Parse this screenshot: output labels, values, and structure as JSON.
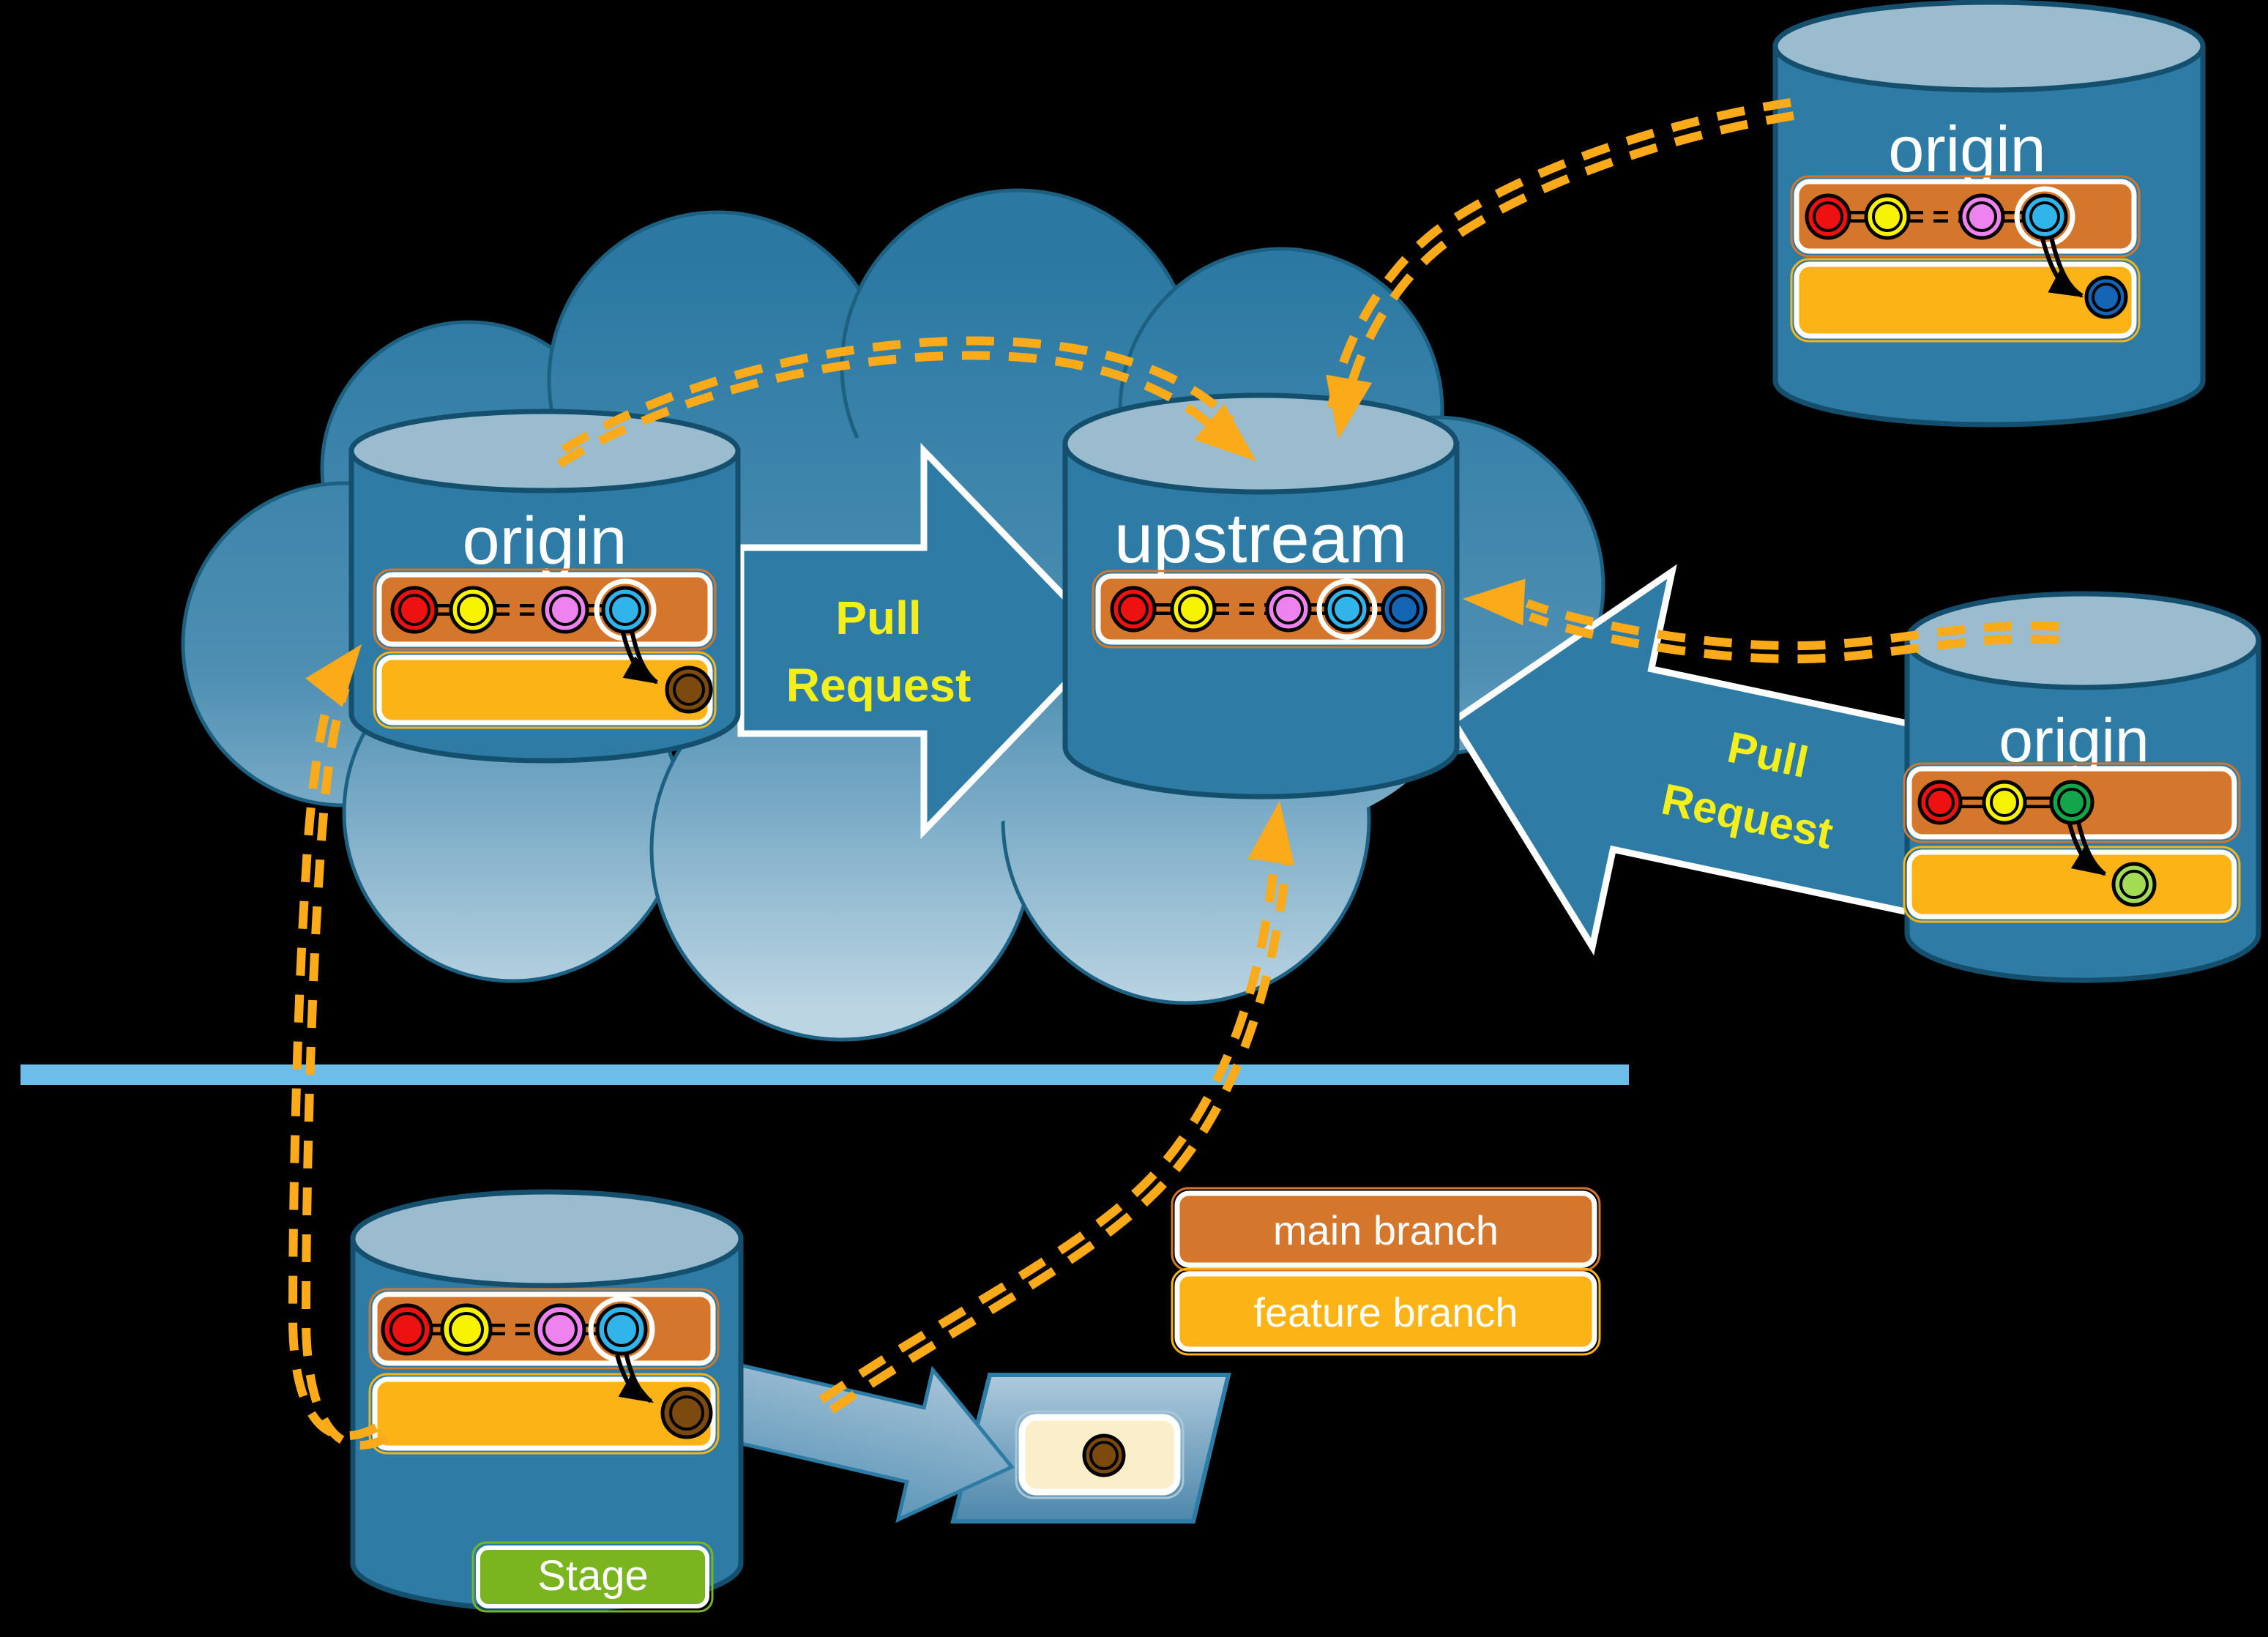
{
  "labels": {
    "fork_top": "origin",
    "origin_cloud": "origin",
    "upstream": "upstream",
    "fork_right": "origin"
  },
  "stage": {
    "label": "Stage",
    "color": "#7AB41F"
  },
  "pull_request": {
    "line1": "Pull",
    "line2": "Request",
    "text_color": "#F2EF1C"
  },
  "legend": {
    "main_branch": "main branch",
    "feature_branch": "feature branch"
  },
  "colors": {
    "main_branch": "#D4762B",
    "feature_branch": "#FCB315",
    "dash_arrow": "#FBAA1A",
    "divider": "#6CBDE9",
    "workdir_box": "#FBEECB"
  },
  "repos": {
    "fork_top": {
      "label": "origin",
      "main_commits": [
        "#EE1111",
        "#F8F400",
        "#EE82EE",
        "#30B4EA"
      ],
      "feature_commits": [
        "#1465B4"
      ]
    },
    "origin_cloud": {
      "label": "origin",
      "main_commits": [
        "#EE1111",
        "#F8F400",
        "#EE82EE",
        "#30B4EA"
      ],
      "feature_commits": [
        "#7C4A0F"
      ]
    },
    "upstream": {
      "label": "upstream",
      "main_commits": [
        "#EE1111",
        "#F8F400",
        "#EE82EE",
        "#30B4EA",
        "#1465B4"
      ]
    },
    "fork_right": {
      "label": "origin",
      "main_commits": [
        "#EE1111",
        "#F8F400",
        "#14A44C"
      ],
      "feature_commits": [
        "#A2DB54"
      ]
    },
    "local": {
      "main_commits": [
        "#EE1111",
        "#F8F400",
        "#EE82EE",
        "#30B4EA"
      ],
      "feature_commits": [
        "#7C4A0F"
      ]
    },
    "workdir": {
      "commits": [
        "#7C4A0F"
      ]
    }
  }
}
